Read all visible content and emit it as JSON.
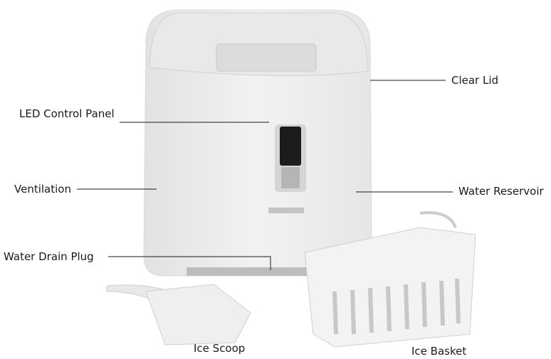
{
  "labels": {
    "clear_lid": "Clear Lid",
    "led_control_panel": "LED Control Panel",
    "ventilation": "Ventilation",
    "water_reservoir": "Water Reservoir",
    "water_drain_plug": "Water Drain Plug",
    "ice_scoop": "Ice Scoop",
    "ice_basket": "Ice Basket"
  },
  "colors": {
    "body": "#ededed",
    "leader_line": "#1a1a1a",
    "panel": "#1c1c1c"
  }
}
